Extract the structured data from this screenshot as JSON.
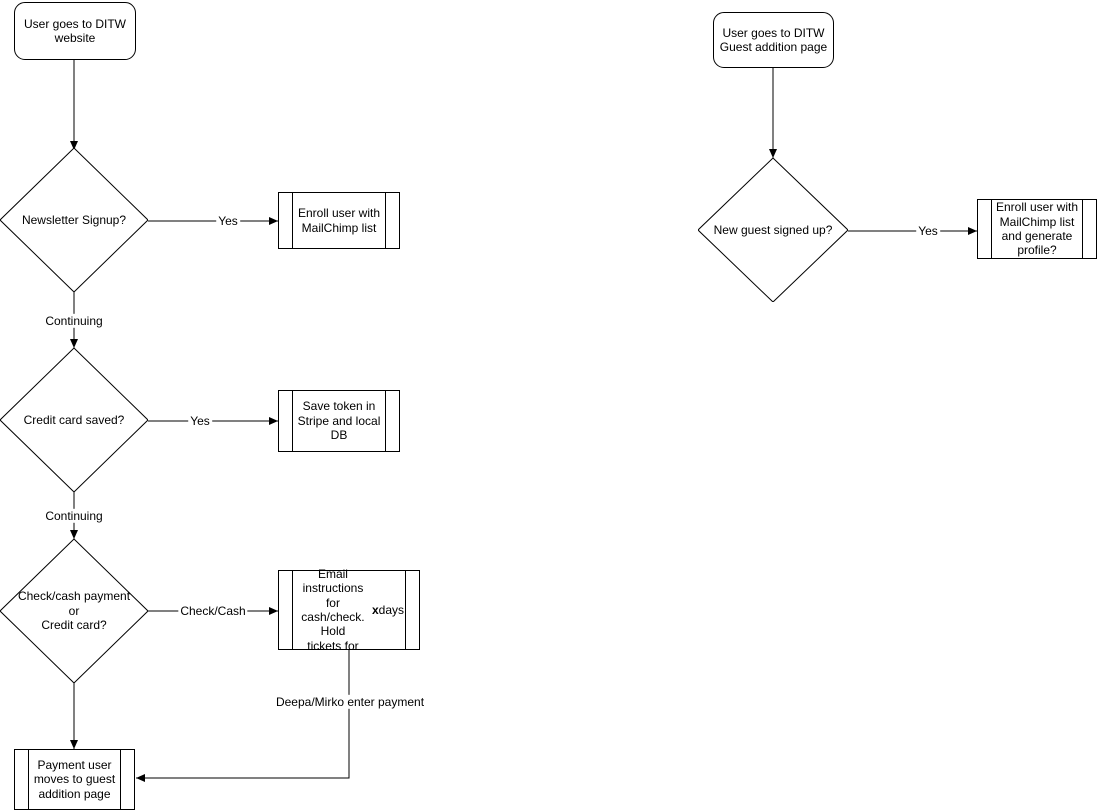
{
  "colors": {
    "stroke": "#000000",
    "fill": "#ffffff",
    "text": "#000000"
  },
  "flow1": {
    "start": "User goes to DITW\nwebsite",
    "decision_newsletter": "Newsletter Signup?",
    "edge_yes_1": "Yes",
    "process_enroll_mailchimp": "Enroll user with\nMailChimp list",
    "edge_continuing_1": "Continuing",
    "decision_credit_card": "Credit card saved?",
    "edge_yes_2": "Yes",
    "process_save_token": "Save token in\nStripe and local\nDB",
    "edge_continuing_2": "Continuing",
    "decision_payment_method": "Check/cash payment\nor\nCredit card?",
    "edge_check_cash": "Check/Cash",
    "process_email_pre": "Email instructions\nfor cash/check. Hold\ntickets for ",
    "process_email_bold": "x",
    "process_email_post": " days",
    "edge_deepa_mirko": "Deepa/Mirko enter payment",
    "process_payment_user": "Payment user\nmoves to guest\naddition page"
  },
  "flow2": {
    "start": "User goes to DITW\nGuest addition page",
    "decision_new_guest": "New guest signed up?",
    "edge_yes": "Yes",
    "process_enroll_generate": "Enroll user with\nMailChimp list\nand generate\nprofile?"
  }
}
